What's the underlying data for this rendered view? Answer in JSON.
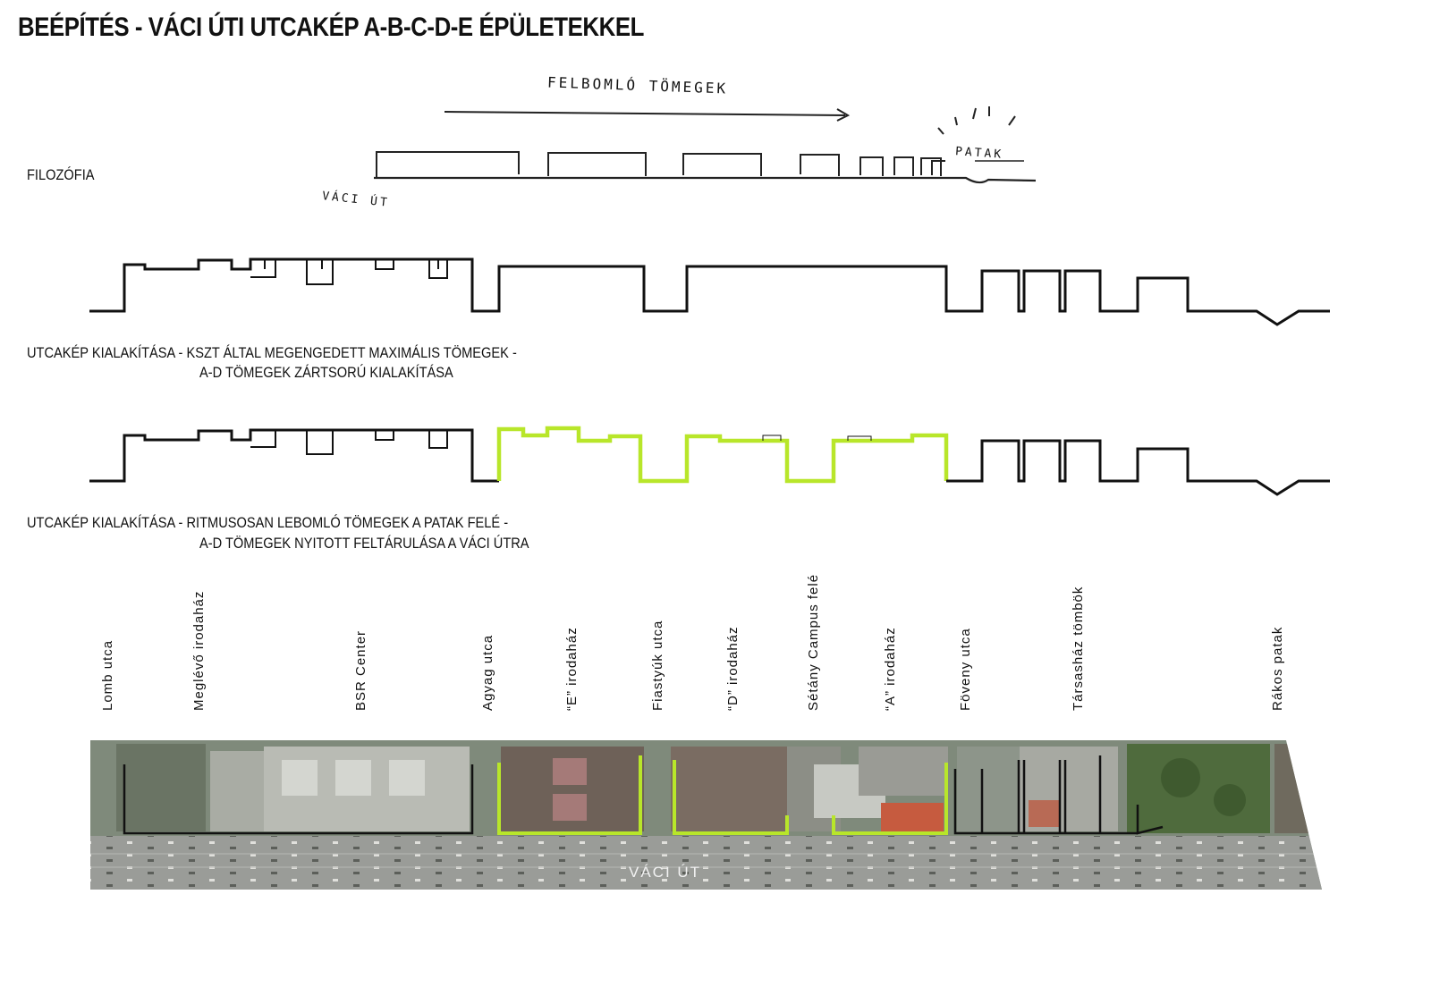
{
  "title": "BEÉPÍTÉS - VÁCI ÚTI UTCAKÉP A-B-C-D-E ÉPÜLETEKKEL",
  "sections": {
    "philosophy_label": "FILOZÓFIA",
    "sketch_top": "FELBOMLÓ TÖMEGEK",
    "sketch_left": "VÁCI ÚT",
    "sketch_right": "PATAK",
    "max_line1": "UTCAKÉP KIALAKÍTÁSA - KSZT ÁLTAL MEGENGEDETT MAXIMÁLIS TÖMEGEK -",
    "max_line2": "A-D TÖMEGEK ZÁRTSORÚ KIALAKÍTÁSA",
    "rhythm_line1": "UTCAKÉP KIALAKÍTÁSA - RITMUSOSAN LEBOMLÓ TÖMEGEK A PATAK FELÉ -",
    "rhythm_line2": "A-D TÖMEGEK NYITOTT FELTÁRULÁSA A VÁCI ÚTRA"
  },
  "street_labels": [
    "Lomb utca",
    "Meglévő irodaház",
    "BSR Center",
    "Agyag utca",
    "“E” irodaház",
    "Fiastyúk utca",
    "“D” irodaház",
    "Sétány Campus felé",
    "“A” irodaház",
    "Föveny utca",
    "Társasház tömbök",
    "Rákos patak"
  ],
  "road_label": "VÁCI ÚT",
  "colors": {
    "highlight": "#b8e62a",
    "line": "#111111",
    "aerial_base": "#7f8a7b",
    "road": "#9a9c98"
  }
}
